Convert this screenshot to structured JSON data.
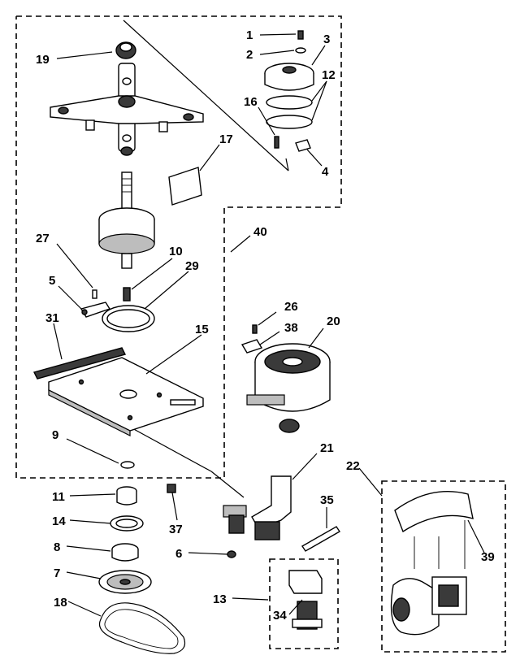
{
  "diagram": {
    "callouts": [
      {
        "id": "1",
        "text": "1"
      },
      {
        "id": "2",
        "text": "2"
      },
      {
        "id": "3",
        "text": "3"
      },
      {
        "id": "4",
        "text": "4"
      },
      {
        "id": "5",
        "text": "5"
      },
      {
        "id": "6",
        "text": "6"
      },
      {
        "id": "7",
        "text": "7"
      },
      {
        "id": "8",
        "text": "8"
      },
      {
        "id": "9",
        "text": "9"
      },
      {
        "id": "10",
        "text": "10"
      },
      {
        "id": "11",
        "text": "11"
      },
      {
        "id": "12",
        "text": "12"
      },
      {
        "id": "13",
        "text": "13"
      },
      {
        "id": "14",
        "text": "14"
      },
      {
        "id": "15",
        "text": "15"
      },
      {
        "id": "16",
        "text": "16"
      },
      {
        "id": "17",
        "text": "17"
      },
      {
        "id": "18",
        "text": "18"
      },
      {
        "id": "19",
        "text": "19"
      },
      {
        "id": "20",
        "text": "20"
      },
      {
        "id": "21",
        "text": "21"
      },
      {
        "id": "22",
        "text": "22"
      },
      {
        "id": "26",
        "text": "26"
      },
      {
        "id": "27",
        "text": "27"
      },
      {
        "id": "29",
        "text": "29"
      },
      {
        "id": "31",
        "text": "31"
      },
      {
        "id": "34",
        "text": "34"
      },
      {
        "id": "35",
        "text": "35"
      },
      {
        "id": "37",
        "text": "37"
      },
      {
        "id": "38",
        "text": "38"
      },
      {
        "id": "39",
        "text": "39"
      },
      {
        "id": "40",
        "text": "40"
      }
    ]
  }
}
